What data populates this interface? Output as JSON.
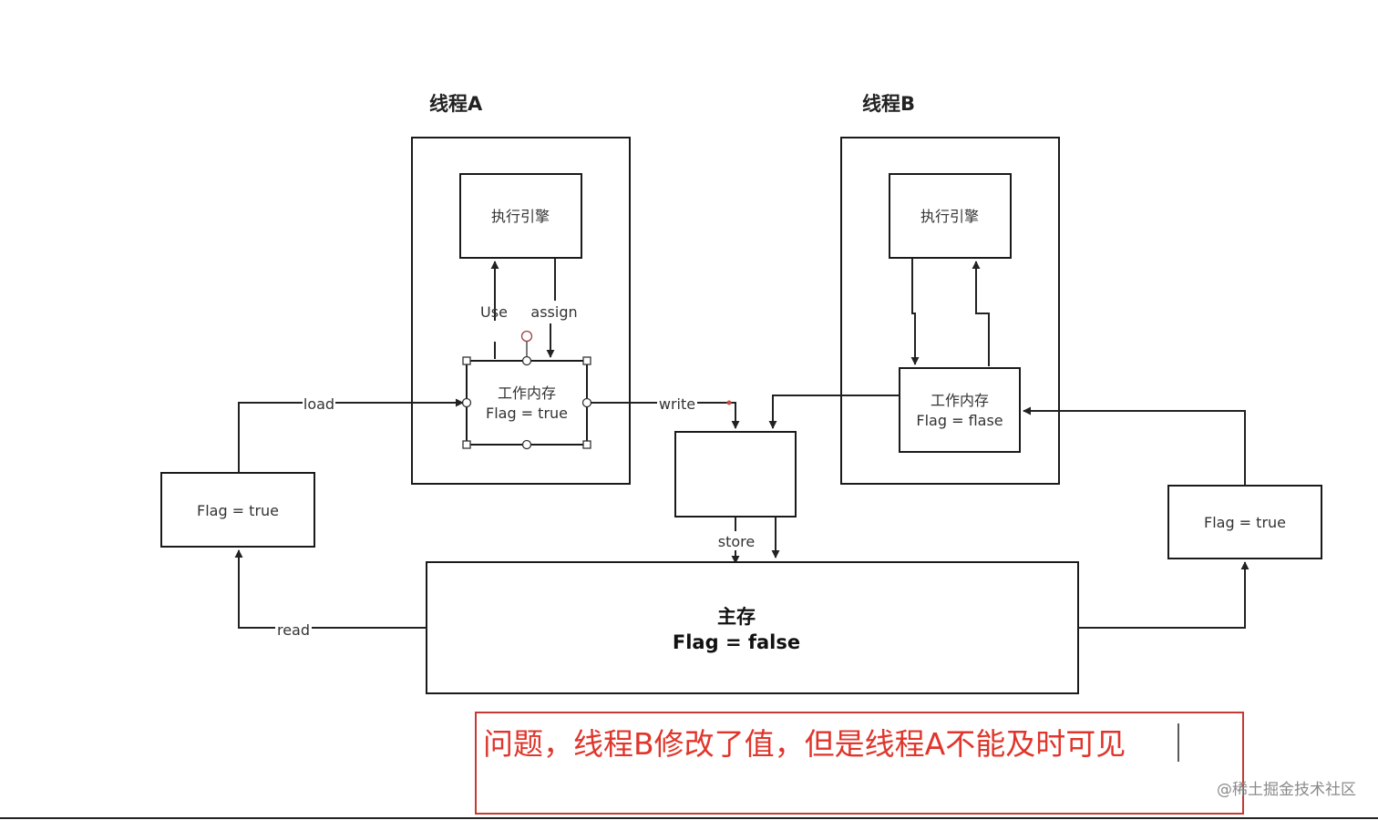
{
  "colors": {
    "stroke": "#1a1a1a",
    "note_text": "#e0352b",
    "note_border": "#c53a32",
    "watermark": "#8a8a8a"
  },
  "threads": {
    "a": {
      "title": "线程A",
      "engine_label": "执行引擎",
      "work_memory_line1": "工作内存",
      "work_memory_line2": "Flag = true",
      "use_label": "Use",
      "assign_label": "assign"
    },
    "b": {
      "title": "线程B",
      "engine_label": "执行引擎",
      "work_memory_line1": "工作内存",
      "work_memory_line2": "Flag = flase"
    }
  },
  "edges": {
    "load": "load",
    "write": "write",
    "store": "store",
    "read": "read"
  },
  "side_boxes": {
    "left_flag": "Flag = true",
    "right_flag": "Flag = true"
  },
  "main_memory": {
    "title": "主存",
    "flag": "Flag = false"
  },
  "note": {
    "text": "问题，线程B修改了值，但是线程A不能及时可见"
  },
  "watermark": {
    "text": "@稀土掘金技术社区"
  }
}
